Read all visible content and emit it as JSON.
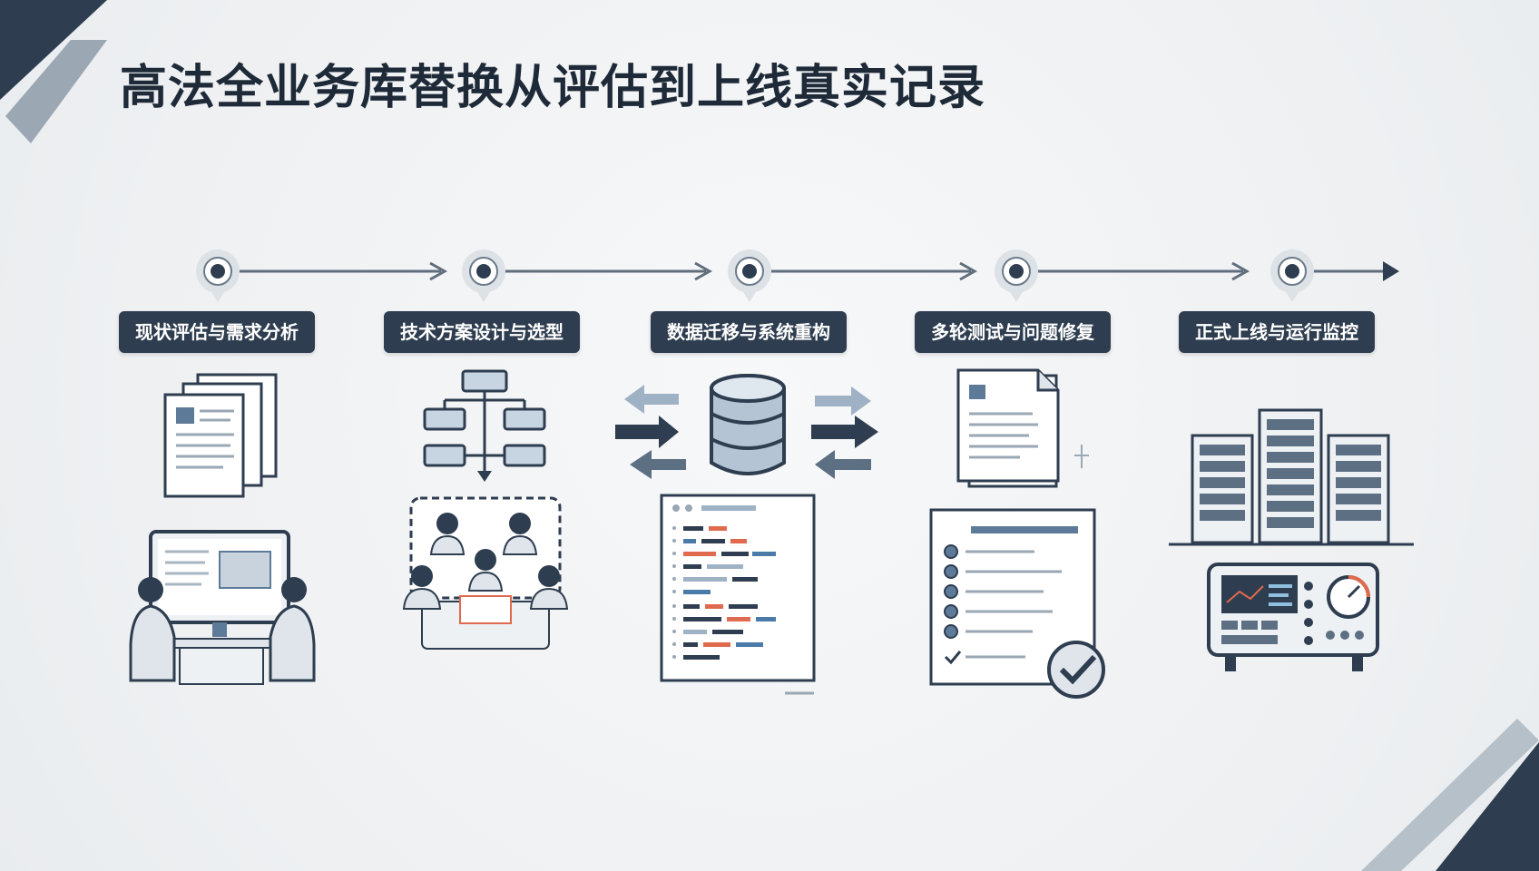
{
  "title": "高法全业务库替换从评估到上线真实记录",
  "colors": {
    "navy": "#2e3d4f",
    "dark": "#1e2a38",
    "steel": "#9fb1c4",
    "accent_red": "#e06a4e",
    "accent_blue": "#4a7aa8",
    "background": "#f1f3f5"
  },
  "stages": [
    {
      "label": "现状评估与需求分析",
      "icons": [
        "documents-icon",
        "meeting-monitor-icon"
      ]
    },
    {
      "label": "技术方案设计与选型",
      "icons": [
        "flowchart-icon",
        "team-icon"
      ]
    },
    {
      "label": "数据迁移与系统重构",
      "icons": [
        "database-icon",
        "code-editor-icon"
      ]
    },
    {
      "label": "多轮测试与问题修复",
      "icons": [
        "report-icon",
        "checklist-icon"
      ]
    },
    {
      "label": "正式上线与运行监控",
      "icons": [
        "server-rack-icon",
        "monitor-panel-icon"
      ]
    }
  ]
}
